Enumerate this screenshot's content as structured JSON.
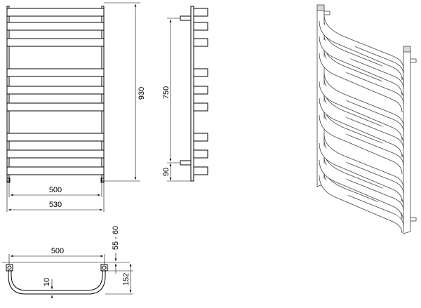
{
  "front_view": {
    "height_label": "930",
    "inner_width_label": "500",
    "outer_width_label": "530"
  },
  "side_view": {
    "span_label": "750",
    "offset_label": "90"
  },
  "top_view": {
    "width_label": "500",
    "wall_gap_label": "55 - 60",
    "depth_label": "152",
    "tube_label": "10"
  }
}
